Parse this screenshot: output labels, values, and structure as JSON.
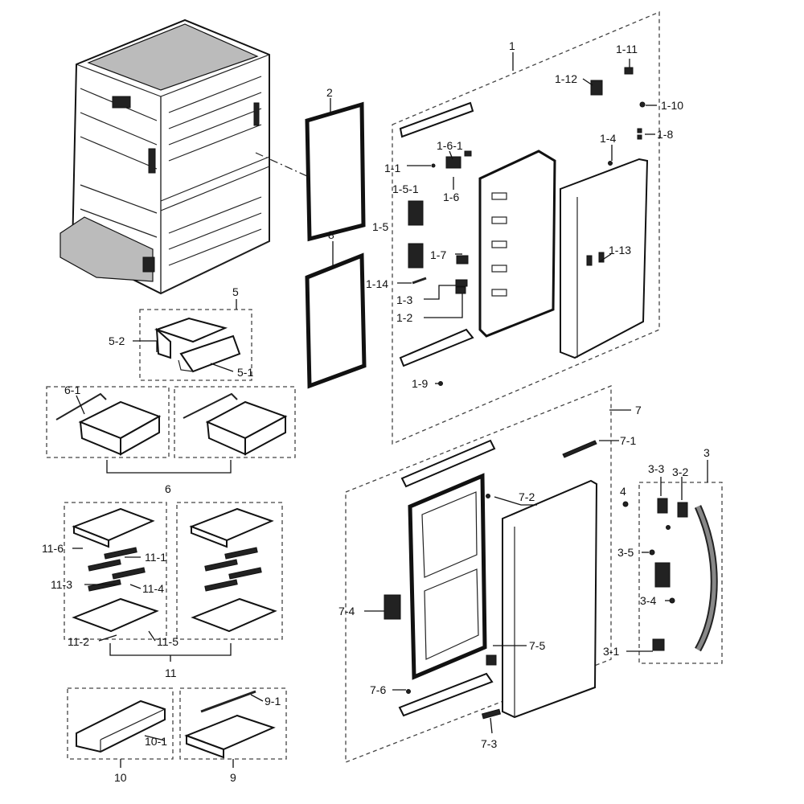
{
  "labels": {
    "l1": "1",
    "l1_1": "1-1",
    "l1_2": "1-2",
    "l1_3": "1-3",
    "l1_4": "1-4",
    "l1_5": "1-5",
    "l1_5_1": "1-5-1",
    "l1_6": "1-6",
    "l1_6_1": "1-6-1",
    "l1_7": "1-7",
    "l1_8": "1-8",
    "l1_9": "1-9",
    "l1_10": "1-10",
    "l1_11": "1-11",
    "l1_12": "1-12",
    "l1_13": "1-13",
    "l1_14": "1-14",
    "l2": "2",
    "l3": "3",
    "l3_1": "3-1",
    "l3_2": "3-2",
    "l3_3": "3-3",
    "l3_4": "3-4",
    "l3_5": "3-5",
    "l4": "4",
    "l5": "5",
    "l5_1": "5-1",
    "l5_2": "5-2",
    "l6": "6",
    "l6_1": "6-1",
    "l7": "7",
    "l7_1": "7-1",
    "l7_2": "7-2",
    "l7_3": "7-3",
    "l7_4": "7-4",
    "l7_5": "7-5",
    "l7_6": "7-6",
    "l8": "8",
    "l9": "9",
    "l9_1": "9-1",
    "l10": "10",
    "l10_1": "10-1",
    "l11": "11",
    "l11_1": "11-1",
    "l11_2": "11-2",
    "l11_3": "11-3",
    "l11_4": "11-4",
    "l11_5": "11-5",
    "l11_6": "11-6"
  }
}
